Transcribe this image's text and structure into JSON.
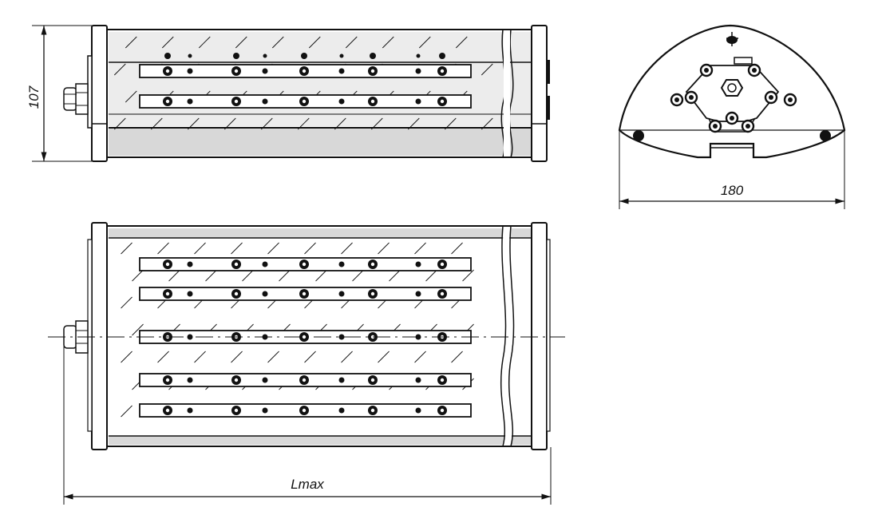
{
  "dimensions": {
    "height_label": "107",
    "width_label": "180",
    "length_label": "Lmax"
  },
  "colors": {
    "line": "#111111",
    "fill_light": "#d8d8d8",
    "fill_mid": "#c6c6c6",
    "background": "#ffffff"
  },
  "views": {
    "side": {
      "led_strips": 2
    },
    "front": {
      "led_strips": 5
    },
    "end": {
      "mounting_holes": 2
    }
  }
}
